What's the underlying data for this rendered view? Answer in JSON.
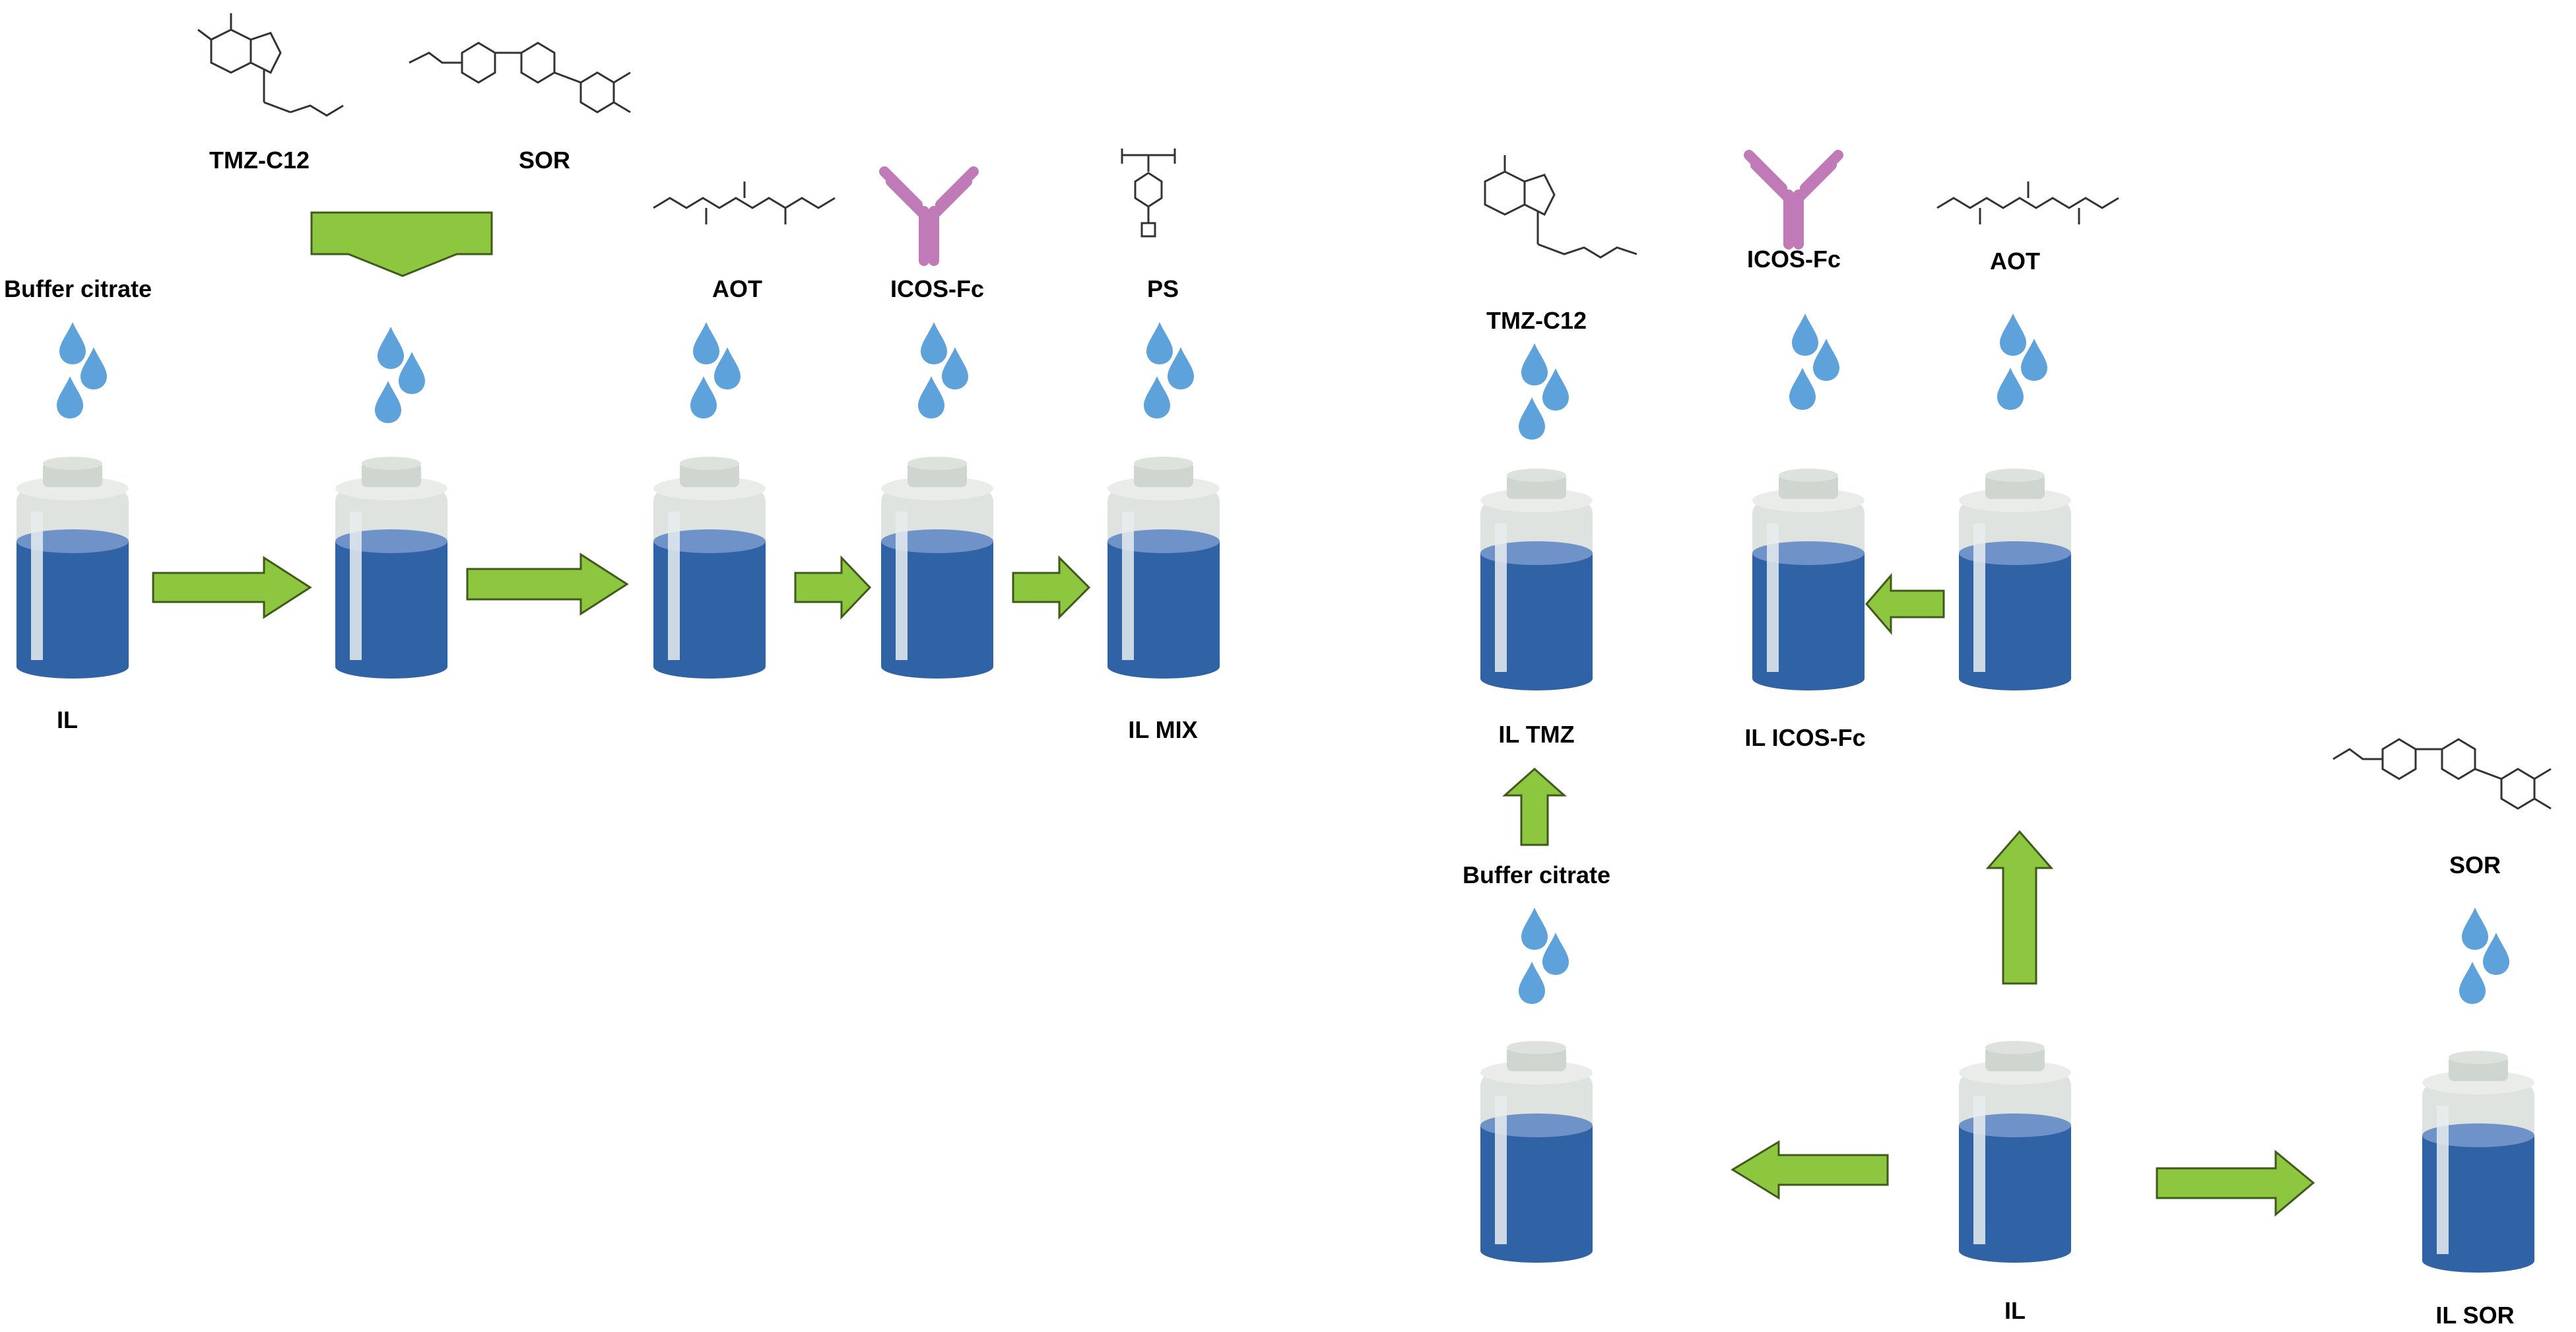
{
  "colors": {
    "liquid": "#2f63a6",
    "liquid_top": "#6f93c9",
    "glass": "#d8ddd8",
    "glass_cap": "#cfd6cf",
    "drop": "#5ea2dc",
    "arrow_fill": "#8dc63f",
    "arrow_stroke": "#3f5a1a",
    "antibody": "#c07ab8",
    "label": "#000000"
  },
  "top_sequence": {
    "reagents": {
      "buffer_citrate": "Buffer citrate",
      "tmz": "TMZ-C12",
      "sor": "SOR",
      "aot": "AOT",
      "icos": "ICOS-Fc",
      "ps": "PS"
    },
    "start_label": "IL",
    "end_label": "IL MIX"
  },
  "bottom_sequence": {
    "reagents": {
      "tmz": "TMZ-C12",
      "icos": "ICOS-Fc",
      "aot": "AOT",
      "buffer_citrate": "Buffer citrate",
      "sor": "SOR"
    },
    "results": {
      "il_tmz": "IL TMZ",
      "il_icos": "IL ICOS-Fc",
      "il": "IL",
      "il_sor": "IL SOR"
    }
  },
  "icons": [
    "bottle-icon",
    "water-drops-icon",
    "arrow-icon",
    "antibody-icon",
    "molecule-icon"
  ]
}
